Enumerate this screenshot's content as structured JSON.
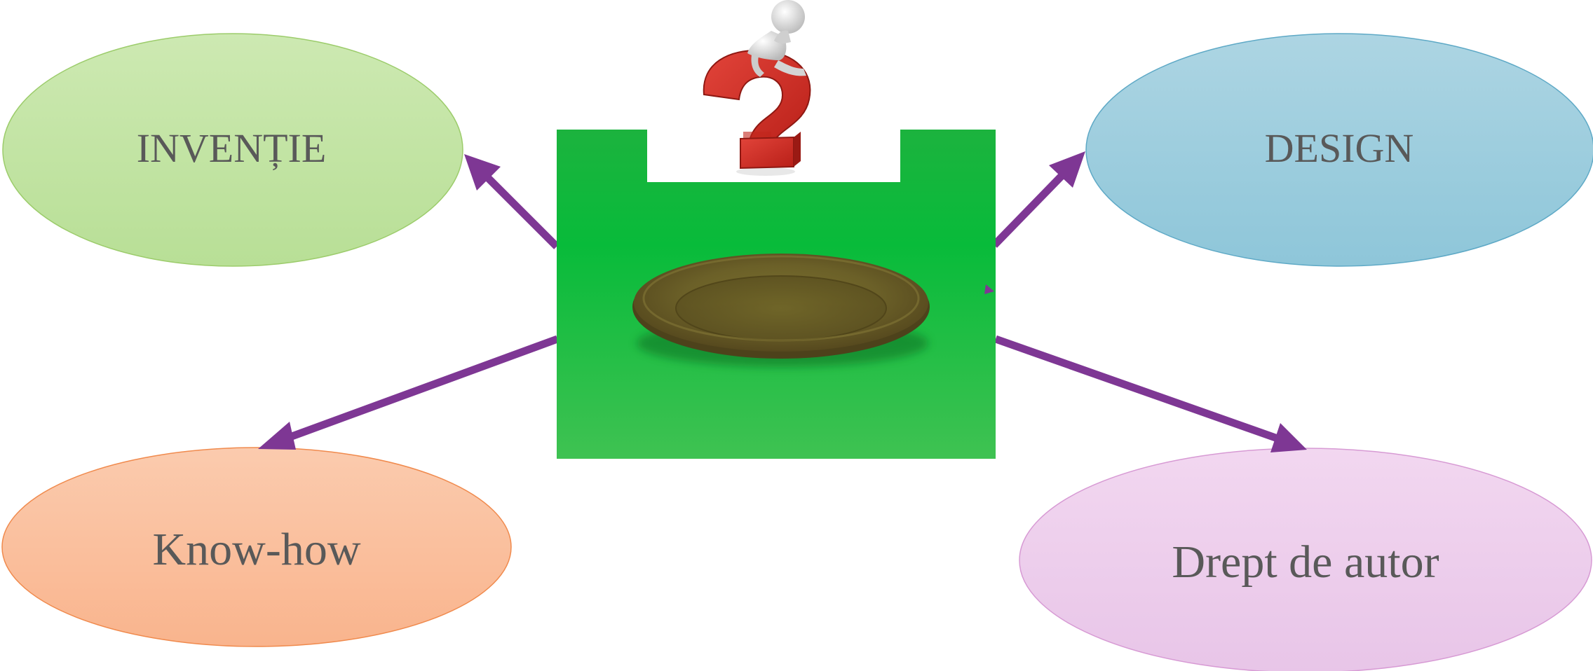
{
  "diagram": {
    "nodes": {
      "top_left": {
        "label": "INVENȚIE"
      },
      "top_right": {
        "label": "DESIGN"
      },
      "bottom_left": {
        "label": "Know-how"
      },
      "bottom_right": {
        "label": "Drept de autor"
      }
    },
    "center_image": {
      "subject": "fibre-plate",
      "overlay_icon": "thinking-figure-on-question-mark-icon"
    },
    "arrows": [
      {
        "from": "center",
        "to": "top_left"
      },
      {
        "from": "center",
        "to": "top_right"
      },
      {
        "from": "center",
        "to": "bottom_left"
      },
      {
        "from": "center",
        "to": "bottom_right"
      }
    ],
    "colors": {
      "arrow": "#7e3794",
      "green_fill_top": "#cde9b2",
      "green_fill_bottom": "#b8df96",
      "blue_fill_top": "#add5e3",
      "blue_fill_bottom": "#8ec6d9",
      "orange_fill_top": "#fbcbae",
      "orange_fill_bottom": "#f9b48d",
      "pink_fill_top": "#f2d7f0",
      "pink_fill_bottom": "#e8c5e8",
      "backdrop_green": "#1fb841",
      "label_text": "#595959"
    }
  }
}
